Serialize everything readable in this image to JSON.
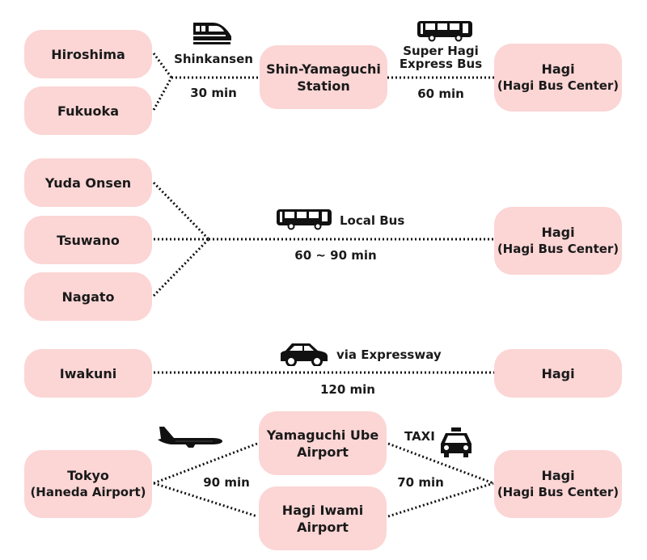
{
  "sections": {
    "shinkansen": {
      "origins": [
        "Hiroshima",
        "Fukuoka"
      ],
      "via": [
        "Shin-Yamaguchi",
        "Station"
      ],
      "mode1": {
        "label": "Shinkansen",
        "duration": "30 min",
        "icon": "shinkansen-train-icon"
      },
      "mode2": {
        "label_line1": "Super Hagi",
        "label_line2": "Express Bus",
        "duration": "60 min",
        "icon": "bus-icon"
      },
      "destination": {
        "name": "Hagi",
        "sub": "(Hagi Bus Center)"
      }
    },
    "local_bus": {
      "origins": [
        "Yuda Onsen",
        "Tsuwano",
        "Nagato"
      ],
      "mode": {
        "label": "Local Bus",
        "duration": "60 ~ 90 min",
        "icon": "bus-icon"
      },
      "destination": {
        "name": "Hagi",
        "sub": "(Hagi Bus Center)"
      }
    },
    "car": {
      "origin": "Iwakuni",
      "mode": {
        "label": "via Expressway",
        "duration": "120 min",
        "icon": "car-icon"
      },
      "destination": {
        "name": "Hagi"
      }
    },
    "air": {
      "origin": {
        "name": "Tokyo",
        "sub": "(Haneda Airport)"
      },
      "airports": [
        [
          "Yamaguchi Ube",
          "Airport"
        ],
        [
          "Hagi Iwami",
          "Airport"
        ]
      ],
      "mode1": {
        "duration": "90 min",
        "icon": "airplane-icon"
      },
      "mode2": {
        "label": "TAXI",
        "duration": "70 min",
        "icon": "taxi-icon"
      },
      "destination": {
        "name": "Hagi",
        "sub": "(Hagi Bus Center)"
      }
    }
  },
  "colors": {
    "node_fill": "#fcd5d5",
    "line": "#111111",
    "text": "#1a1a1a"
  }
}
